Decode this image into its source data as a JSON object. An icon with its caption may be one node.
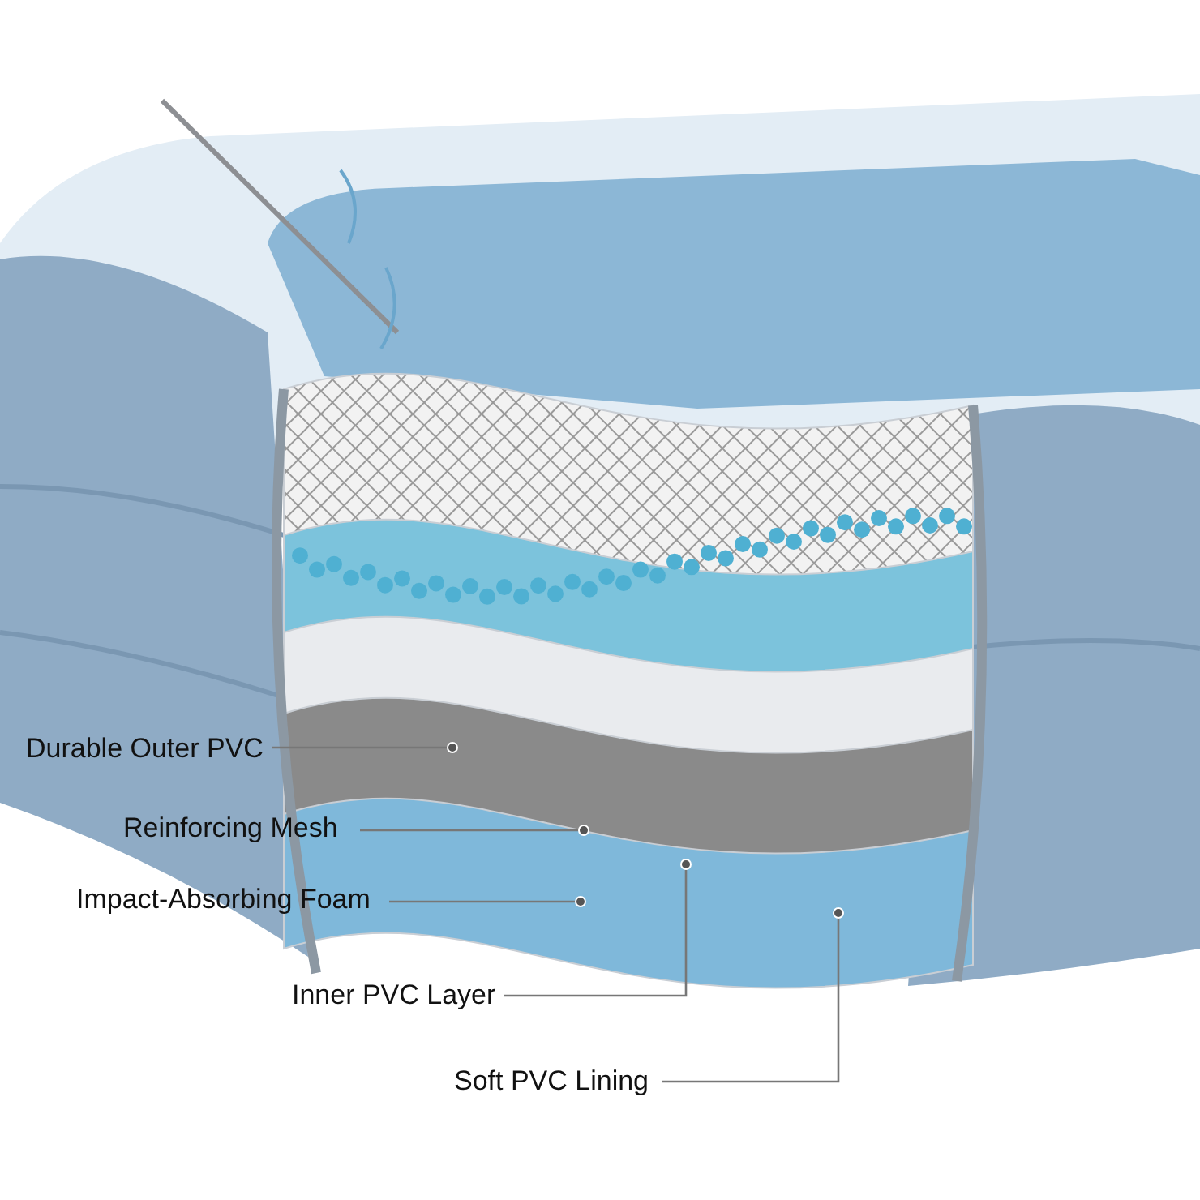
{
  "diagram": {
    "nodes": [
      {
        "text": [
          "Durable Outer PVC"
        ]
      },
      {
        "text": [
          "Reinforcing Mesh"
        ]
      },
      {
        "text": [
          "Impact-Absorbing Foam"
        ]
      },
      {
        "text": [
          "Inner PVC Layer"
        ]
      },
      {
        "text": [
          "Soft PVC Lining"
        ]
      }
    ],
    "edges": [
      {
        "from": 0,
        "to": null,
        "arrow": "other"
      },
      {
        "from": 1,
        "to": null,
        "arrow": "other"
      },
      {
        "from": 2,
        "to": null,
        "arrow": "other"
      },
      {
        "from": 3,
        "to": null,
        "arrow": "other"
      },
      {
        "from": 4,
        "to": null,
        "arrow": "other"
      }
    ]
  }
}
